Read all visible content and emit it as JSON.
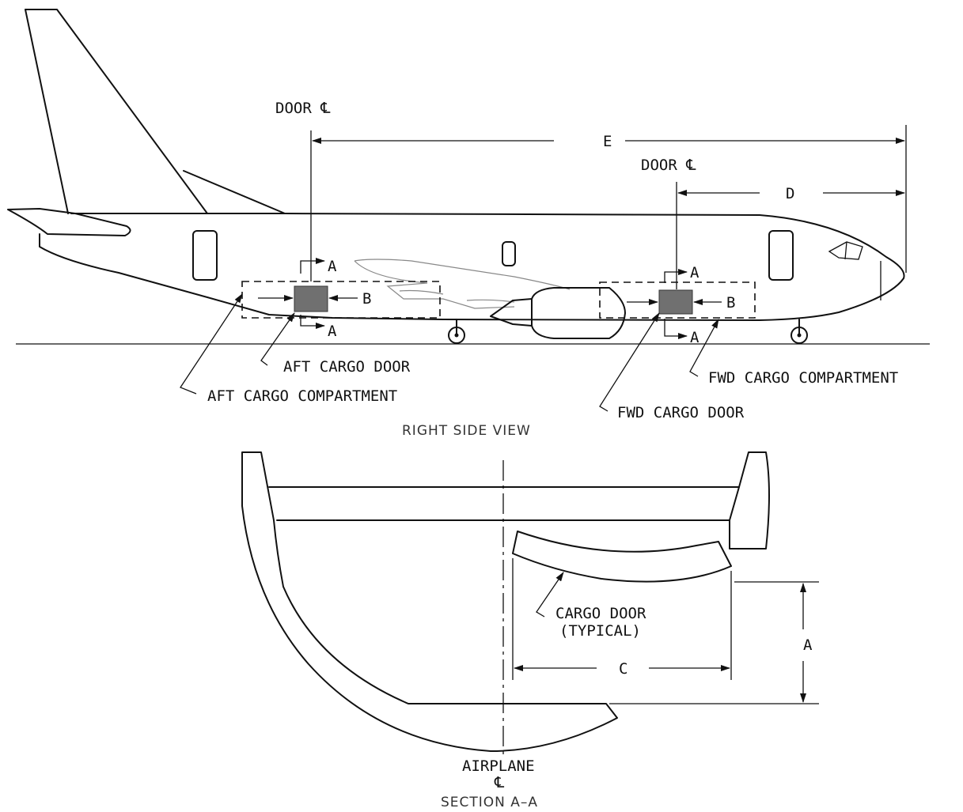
{
  "labels": {
    "door_cl_aft": "DOOR ℄",
    "door_cl_fwd": "DOOR ℄",
    "dim_e": "E",
    "dim_d": "D",
    "section_mark": "A",
    "view_b": "B",
    "aft_cargo_door": "AFT CARGO DOOR",
    "aft_cargo_compartment": "AFT CARGO COMPARTMENT",
    "fwd_cargo_compartment": "FWD CARGO COMPARTMENT",
    "fwd_cargo_door": "FWD CARGO DOOR",
    "right_side_view": "RIGHT SIDE VIEW",
    "cargo_door_line1": "CARGO DOOR",
    "cargo_door_line2": "(TYPICAL)",
    "dim_a": "A",
    "dim_c": "C",
    "airplane": "AIRPLANE",
    "airplane_cl": "℄",
    "section_title": "SECTION A–A"
  },
  "colors": {
    "line": "#111111",
    "door_fill": "#707070"
  }
}
